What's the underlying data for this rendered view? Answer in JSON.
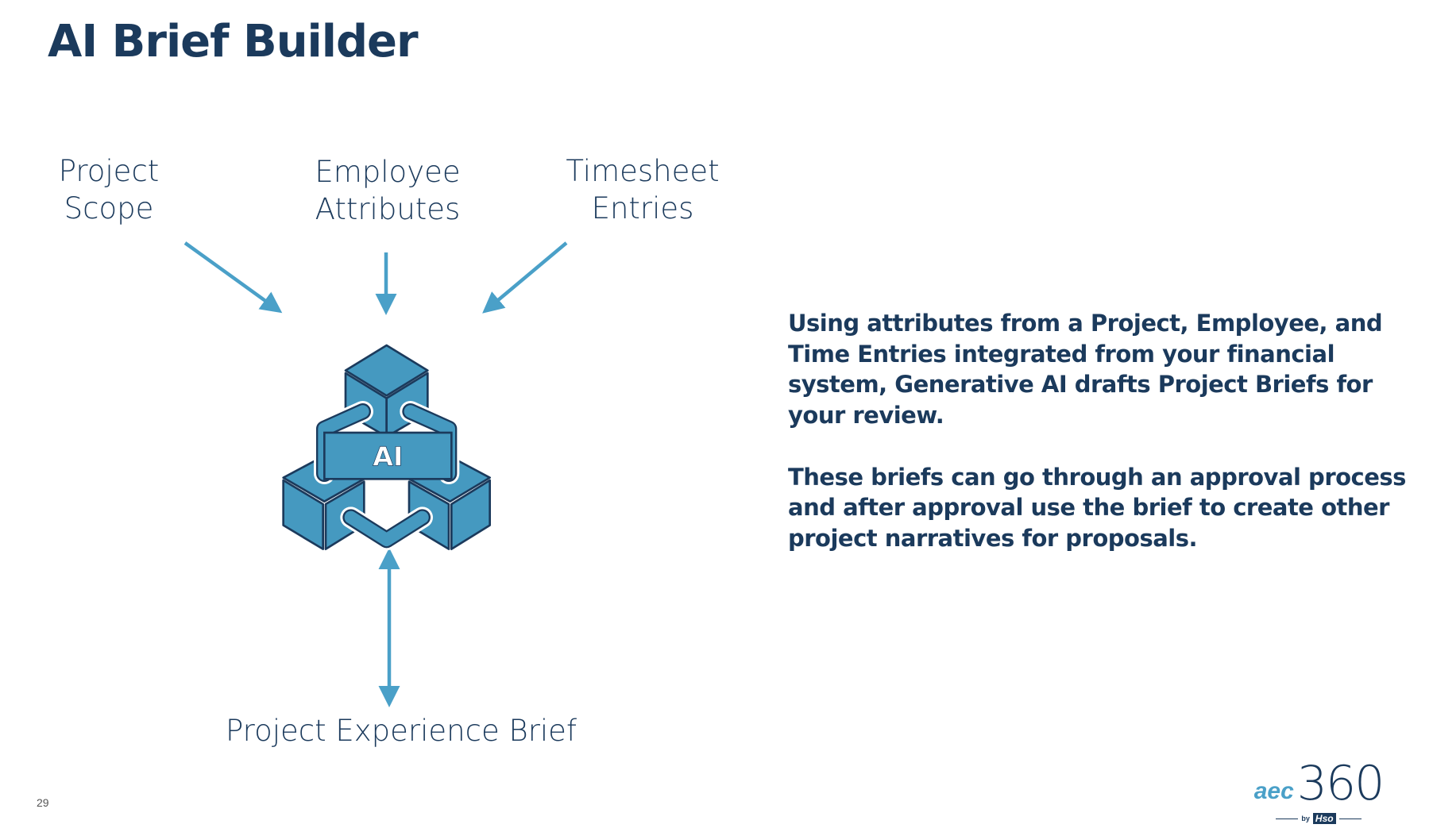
{
  "title": "AI Brief Builder",
  "inputs": [
    {
      "line1": "Project",
      "line2": "Scope"
    },
    {
      "line1": "Employee",
      "line2": "Attributes"
    },
    {
      "line1": "Timesheet",
      "line2": "Entries"
    }
  ],
  "center_icon_label": "AI",
  "output_label": "Project Experience Brief",
  "description": [
    "Using attributes from a Project, Employee, and Time Entries integrated from your financial system, Generative AI drafts Project Briefs for your review.",
    "These briefs can go through an approval process and after approval use the brief to create other project narratives for proposals."
  ],
  "page_number": "29",
  "logo": {
    "text_aec": "aec",
    "text_360": "360",
    "text_by": "by",
    "text_hso": "Hso"
  },
  "colors": {
    "navy": "#1b3a5c",
    "accent": "#4aa0c8",
    "cube": "#4599c0"
  }
}
